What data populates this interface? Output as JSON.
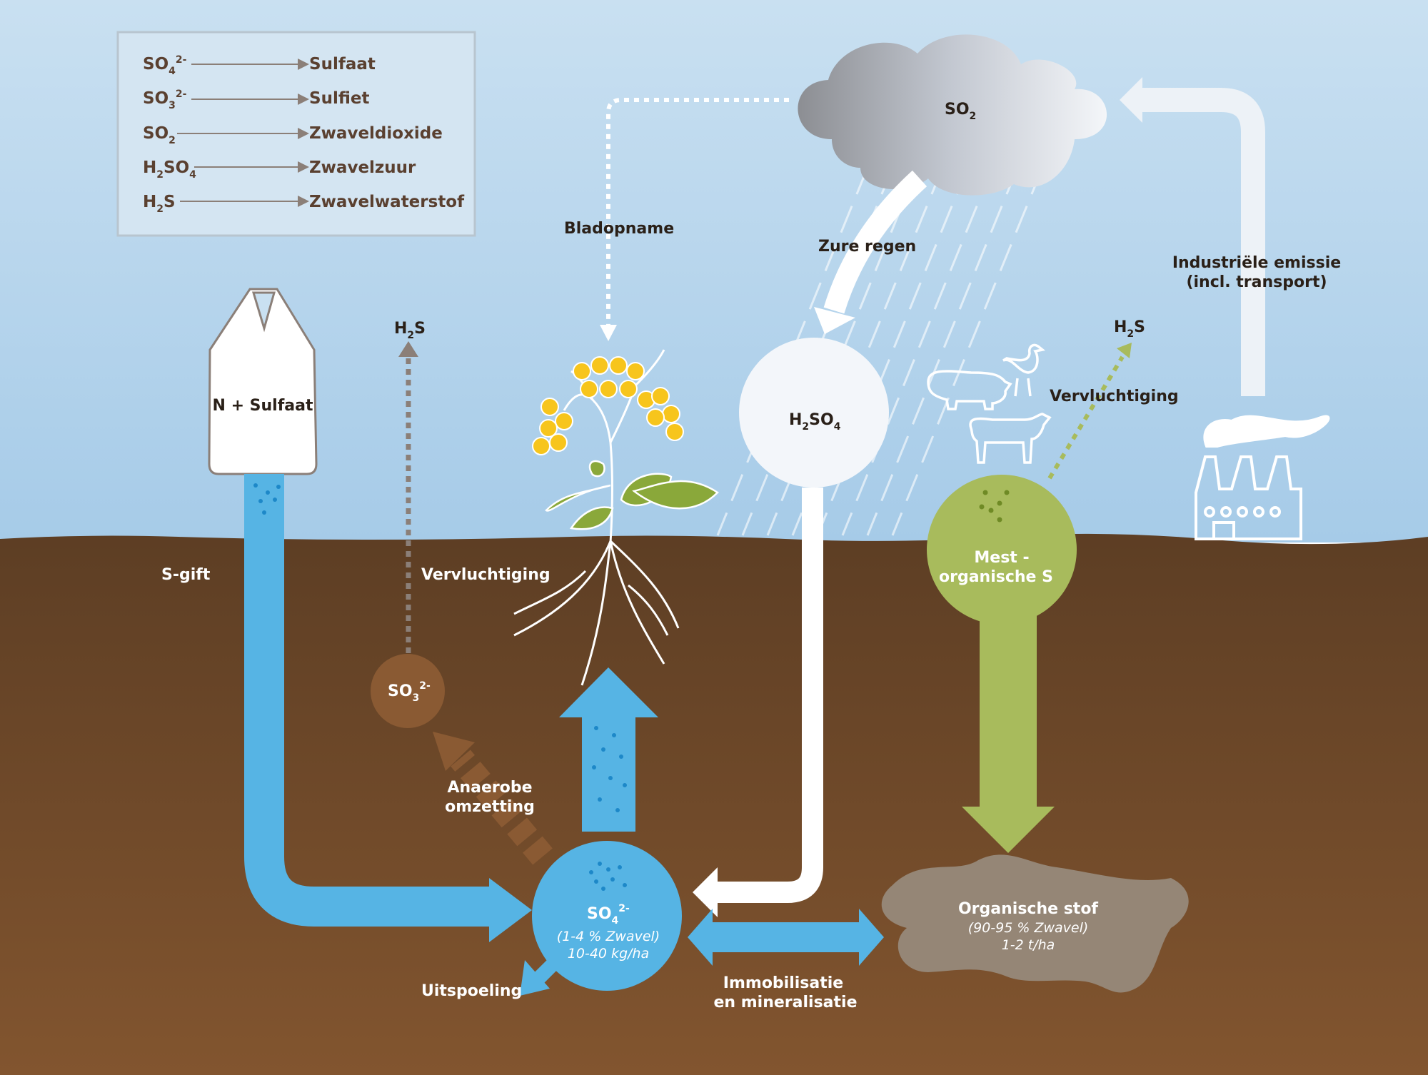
{
  "legend": [
    {
      "formula_base": "SO",
      "formula_sub": "4",
      "formula_sup": "2-",
      "name": "Sulfaat"
    },
    {
      "formula_base": "SO",
      "formula_sub": "3",
      "formula_sup": "2-",
      "name": "Sulfiet"
    },
    {
      "formula_base": "SO",
      "formula_sub": "2",
      "formula_sup": "",
      "name": "Zwaveldioxide"
    },
    {
      "formula_base": "H",
      "formula_sub": "2",
      "formula_mid": "SO",
      "formula_sub2": "4",
      "name": "Zwavelzuur"
    },
    {
      "formula_base": "H",
      "formula_sub": "2",
      "formula_mid": "S",
      "name": "Zwavelwaterstof"
    }
  ],
  "labels": {
    "cloud_base": "SO",
    "cloud_sub": "2",
    "bladopname": "Bladopname",
    "zure_regen": "Zure regen",
    "industrie_line1": "Industriële emissie",
    "industrie_line2": "(incl. transport)",
    "h2s_left_base": "H",
    "h2s_left_sub": "2",
    "h2s_left_end": "S",
    "h2s_right_base": "H",
    "h2s_right_sub": "2",
    "h2s_right_end": "S",
    "vervluchtiging_right": "Vervluchtiging",
    "bag": "N + Sulfaat",
    "h2so4_base": "H",
    "h2so4_sub": "2",
    "h2so4_mid": "SO",
    "h2so4_sub2": "4",
    "sgift": "S-gift",
    "vervluchtiging_left": "Vervluchtiging",
    "so3_base": "SO",
    "so3_sub": "3",
    "so3_sup": "2-",
    "anaerobe_line1": "Anaerobe",
    "anaerobe_line2": "omzetting",
    "mest_line1": "Mest -",
    "mest_line2": "organische S",
    "so4_base": "SO",
    "so4_sub": "4",
    "so4_sup": "2-",
    "so4_detail1": "(1-4 % Zwavel)",
    "so4_detail2": "10-40 kg/ha",
    "organische_title": "Organische stof",
    "organische_detail1": "(90-95 % Zwavel)",
    "organische_detail2": "1-2 t/ha",
    "immob_line1": "Immobilisatie",
    "immob_line2": "en mineralisatie",
    "uitspoeling": "Uitspoeling"
  },
  "colors": {
    "sky_top": "#c7def0",
    "sky_bottom": "#a9cde9",
    "soil_top": "#5f3f25",
    "soil_bottom": "#7e5130",
    "sulfate_blue": "#56b4e4",
    "manure_green": "#a8bb5c",
    "organic_grey": "#958676",
    "sulfite_brown": "#8a5a33",
    "flower_yellow": "#f7c51c",
    "leaf_green": "#8aa83a"
  },
  "icons": [
    "cloud-icon",
    "fertilizer-bag-icon",
    "plant-icon",
    "pig-icon",
    "chicken-icon",
    "cow-icon",
    "factory-icon"
  ]
}
